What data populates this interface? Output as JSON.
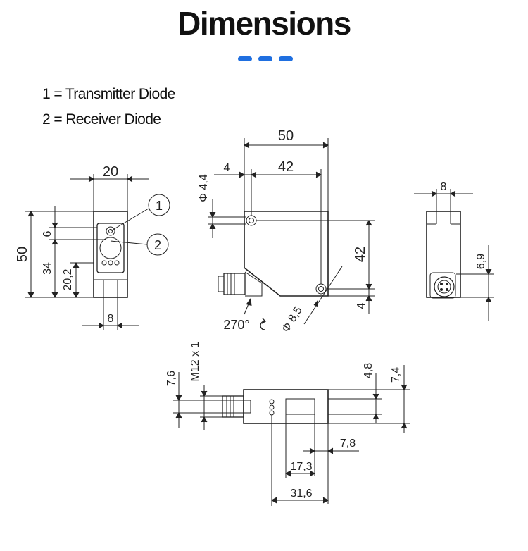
{
  "header": {
    "title": "Dimensions",
    "accent_color": "#1f6fe0"
  },
  "legend": {
    "items": [
      "1 = Transmitter Diode",
      "2 = Receiver Diode"
    ]
  },
  "drawing": {
    "front_view": {
      "width": "20",
      "height": "50",
      "dim_6": "6",
      "dim_34": "34",
      "dim_20_2": "20,2",
      "bottom": "8",
      "callout_1": "1",
      "callout_2": "2"
    },
    "side_view": {
      "overall_width": "50",
      "hole_offset": "4",
      "hole_spacing": "42",
      "hole_diameter": "Φ 4,4",
      "vertical_spacing": "42",
      "bottom_offset": "4",
      "rotation": "270°",
      "rotation_icon": "rotate-arrow-icon",
      "counterbore": "Φ 8,5"
    },
    "rear_view": {
      "width": "8",
      "height": "6,9"
    },
    "bottom_view": {
      "thread": "M12 x 1",
      "dim_7_6": "7,6",
      "dim_4_8": "4,8",
      "dim_7_4": "7,4",
      "dim_7_8": "7,8",
      "dim_17_3": "17,3",
      "dim_31_6": "31,6"
    }
  }
}
